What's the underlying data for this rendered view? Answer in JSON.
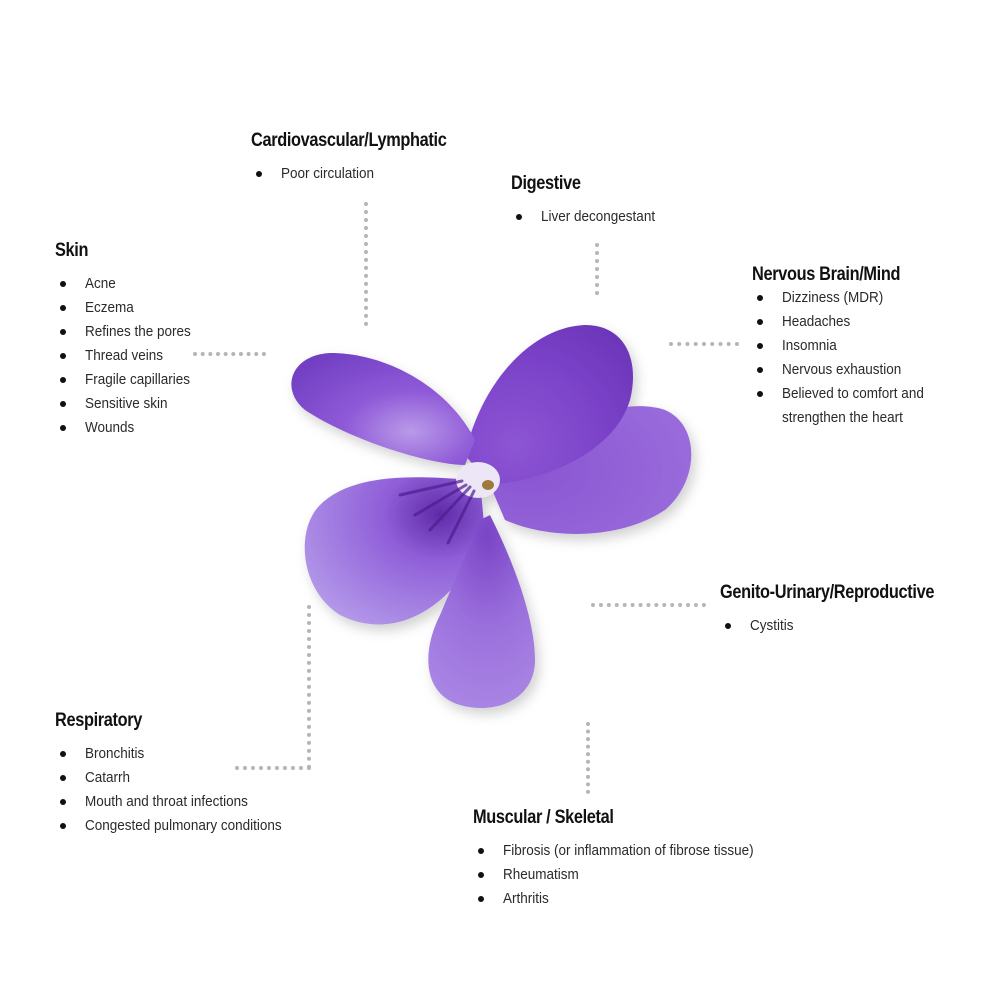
{
  "colors": {
    "petal_dark": "#6a2fb8",
    "petal_mid": "#8a57d6",
    "petal_light": "#b496ea",
    "center": "#e9e2f5",
    "connector": "#b5b5b5"
  },
  "groups": {
    "skin": {
      "title": "Skin",
      "items": [
        "Acne",
        "Eczema",
        "Refines the pores",
        "Thread veins",
        "Fragile capillaries",
        "Sensitive skin",
        "Wounds"
      ]
    },
    "cardio": {
      "title": "Cardiovascular/Lymphatic",
      "items": [
        "Poor circulation"
      ]
    },
    "digestive": {
      "title": "Digestive",
      "items": [
        "Liver decongestant"
      ]
    },
    "nervous": {
      "title": "Nervous Brain/Mind",
      "items": [
        "Dizziness (MDR)",
        "Headaches",
        "Insomnia",
        "Nervous exhaustion",
        "Believed to comfort and",
        "strengthen the heart"
      ]
    },
    "genito": {
      "title": "Genito-Urinary/Reproductive",
      "items": [
        "Cystitis"
      ]
    },
    "respiratory": {
      "title": "Respiratory",
      "items": [
        "Bronchitis",
        "Catarrh",
        "Mouth and throat infections",
        "Congested pulmonary conditions"
      ]
    },
    "muscular": {
      "title": "Muscular / Skeletal",
      "items": [
        "Fibrosis (or inflammation of fibrose tissue)",
        "Rheumatism",
        "Arthritis"
      ]
    }
  }
}
